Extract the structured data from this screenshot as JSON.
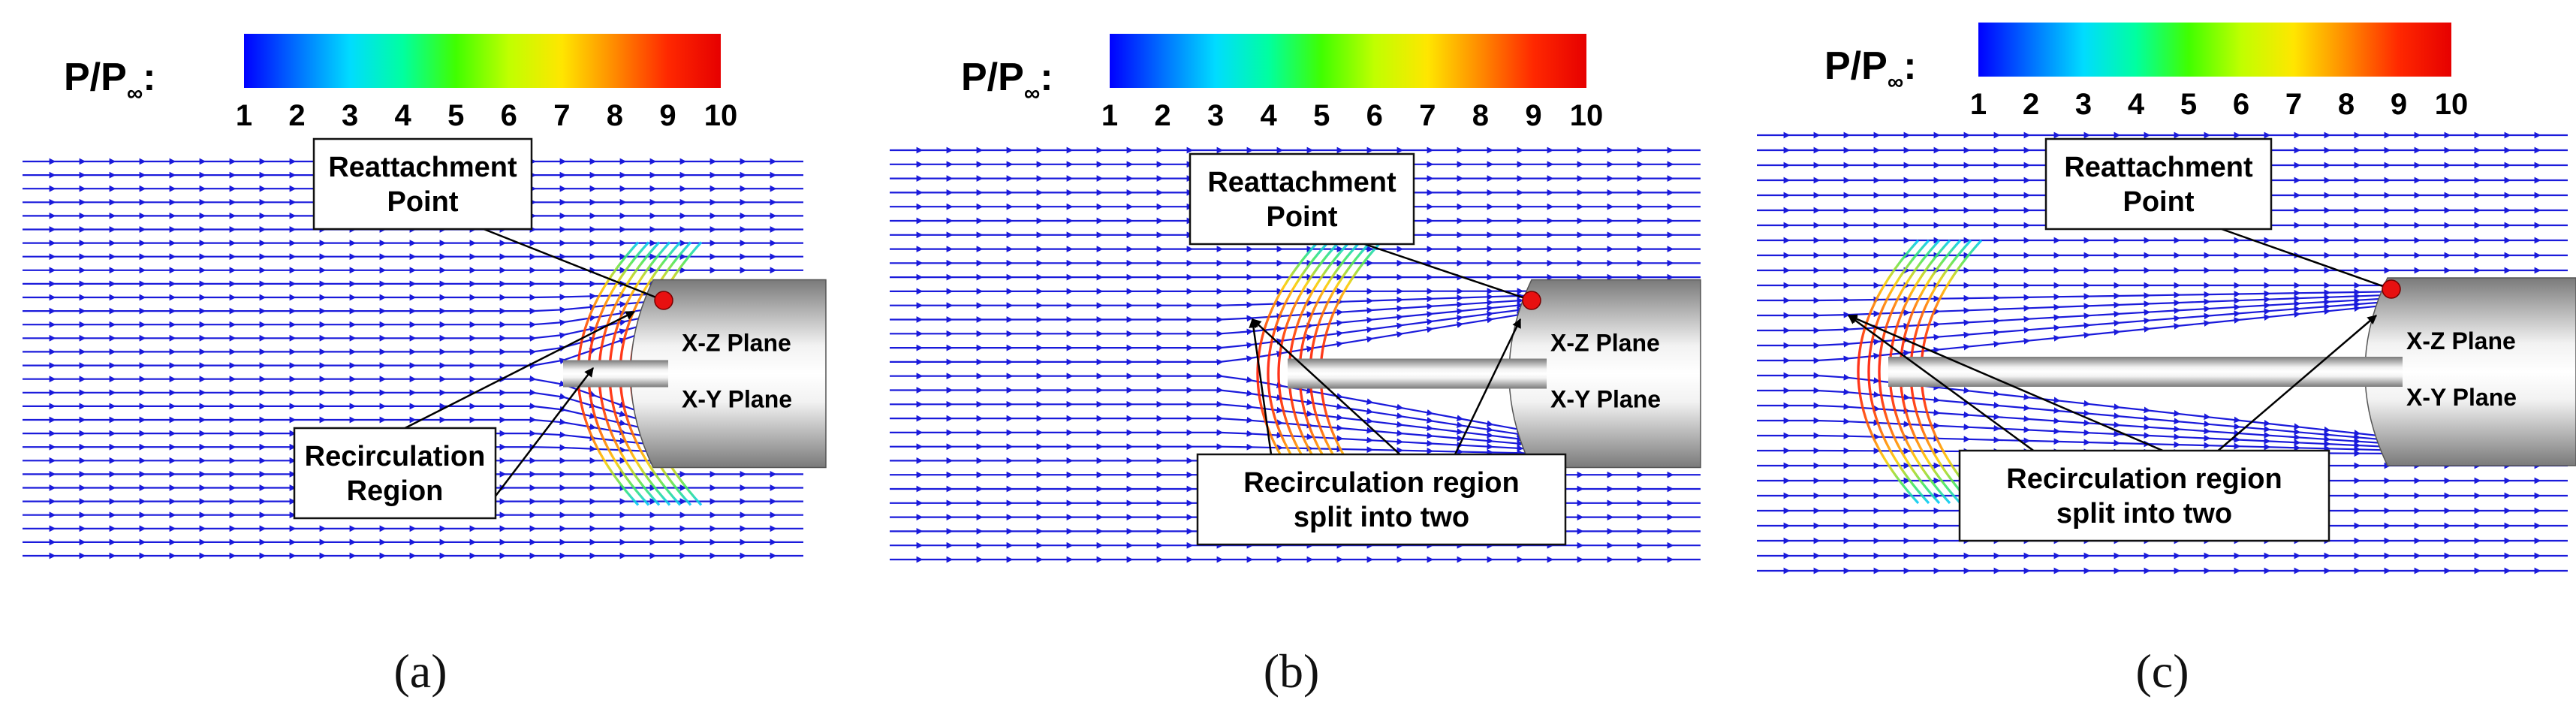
{
  "colorbar": {
    "label_main": "P/P",
    "label_sub": "∞",
    "label_colon": ":",
    "ticks": [
      "1",
      "2",
      "3",
      "4",
      "5",
      "6",
      "7",
      "8",
      "9",
      "10"
    ],
    "stops": [
      "#0000ff",
      "#0070ff",
      "#00dcff",
      "#00ffa0",
      "#40ff00",
      "#c0ff00",
      "#ffe600",
      "#ff8a00",
      "#ff2800",
      "#e60000"
    ]
  },
  "colors": {
    "streamline": "#1a1adb",
    "body_light": "#f2f2f2",
    "body_dark": "#7a7a7a",
    "reattachment_point": "#e81010",
    "callout_border": "#111111"
  },
  "panels": [
    {
      "id": "a",
      "label": "(a)",
      "callouts": {
        "reattachment": [
          "Reattachment",
          "Point"
        ],
        "recirculation": [
          "Recirculation",
          "Region"
        ]
      },
      "plane_labels": [
        "X-Z Plane",
        "X-Y Plane"
      ]
    },
    {
      "id": "b",
      "label": "(b)",
      "callouts": {
        "reattachment": [
          "Reattachment",
          "Point"
        ],
        "recirculation": [
          "Recirculation region",
          "split into two"
        ]
      },
      "plane_labels": [
        "X-Z Plane",
        "X-Y Plane"
      ]
    },
    {
      "id": "c",
      "label": "(c)",
      "callouts": {
        "reattachment": [
          "Reattachment",
          "Point"
        ],
        "recirculation": [
          "Recirculation region",
          "split into two"
        ]
      },
      "plane_labels": [
        "X-Z Plane",
        "X-Y Plane"
      ]
    }
  ]
}
